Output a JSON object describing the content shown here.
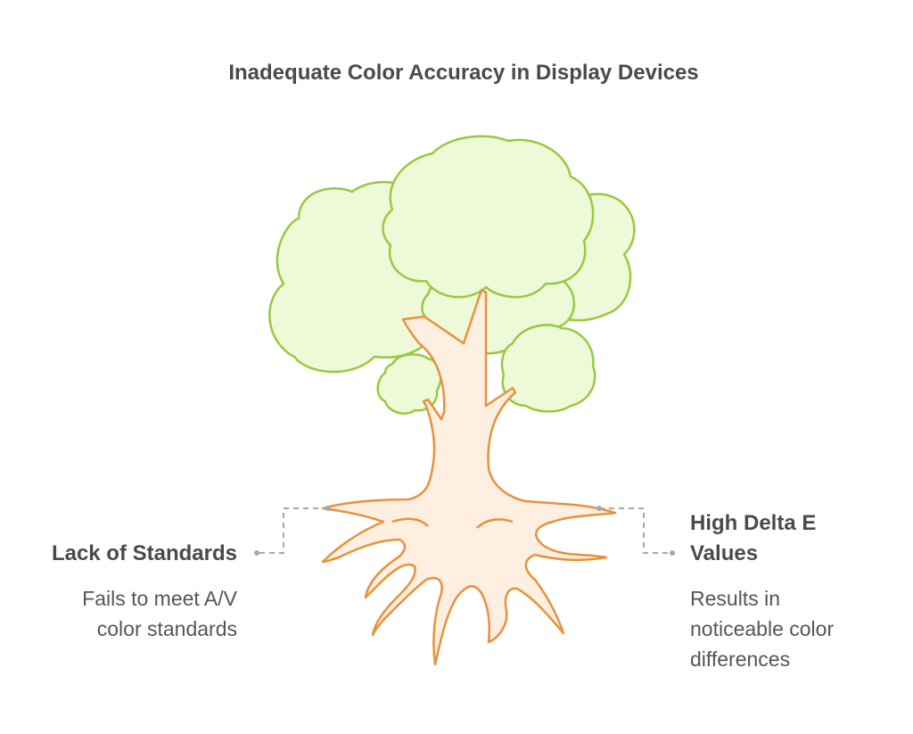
{
  "title": "Inadequate Color Accuracy in Display Devices",
  "items": [
    {
      "title": "Lack of Standards",
      "description_lines": [
        "Fails to meet A/V",
        "color standards"
      ]
    },
    {
      "title_lines": [
        "High Delta E",
        "Values"
      ],
      "description_lines": [
        "Results in",
        "noticeable color",
        "differences"
      ]
    }
  ],
  "colors": {
    "foliage_fill": "#eefad7",
    "foliage_stroke": "#98c93e",
    "trunk_fill": "#ffefe1",
    "trunk_stroke": "#e8913c",
    "connector": "#a8a8a8",
    "text": "#4a4a4a"
  }
}
